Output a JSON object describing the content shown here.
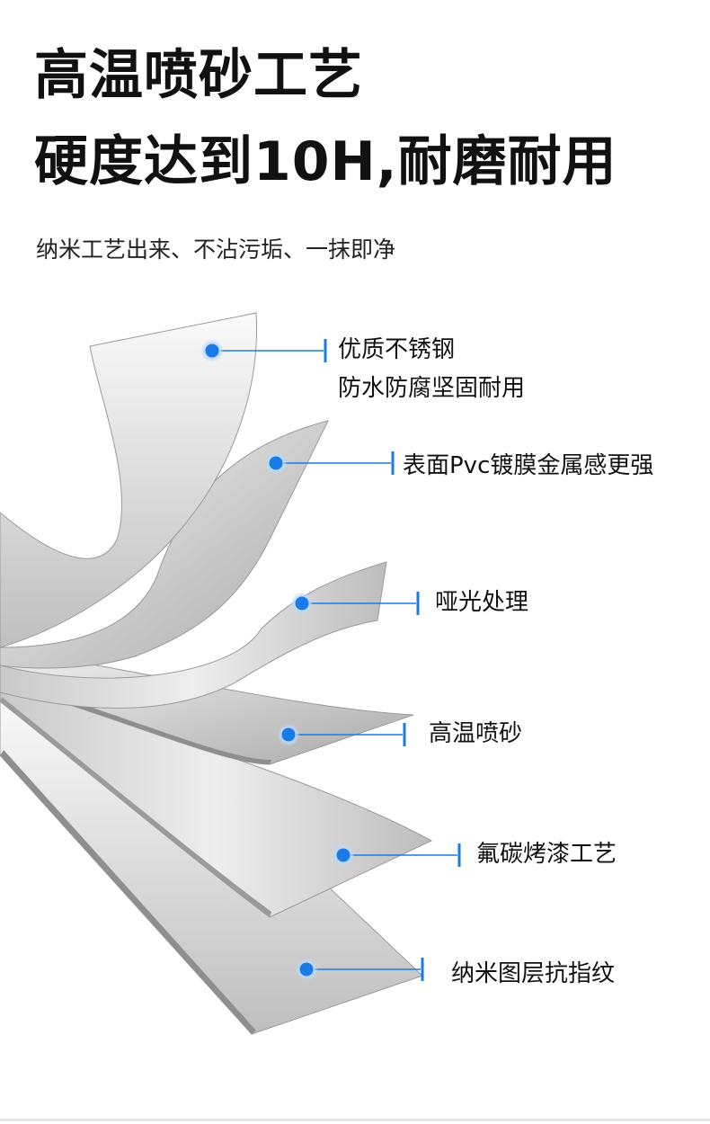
{
  "heading": {
    "line1": "高温喷砂工艺",
    "line2": "硬度达到10H,耐磨耐用"
  },
  "subtitle": "纳米工艺出来、不沾污垢、一抹即净",
  "layers": [
    {
      "label": "优质不锈钢",
      "label2": "防水防腐坚固耐用"
    },
    {
      "label": "表面Pvc镀膜金属感更强"
    },
    {
      "label": "哑光处理"
    },
    {
      "label": "高温喷砂"
    },
    {
      "label": "氟碳烤漆工艺"
    },
    {
      "label": "纳米图层抗指纹"
    }
  ],
  "colors": {
    "accent": "#1a7be6",
    "dot_glow": "#bcd9f7",
    "text": "#111111"
  }
}
